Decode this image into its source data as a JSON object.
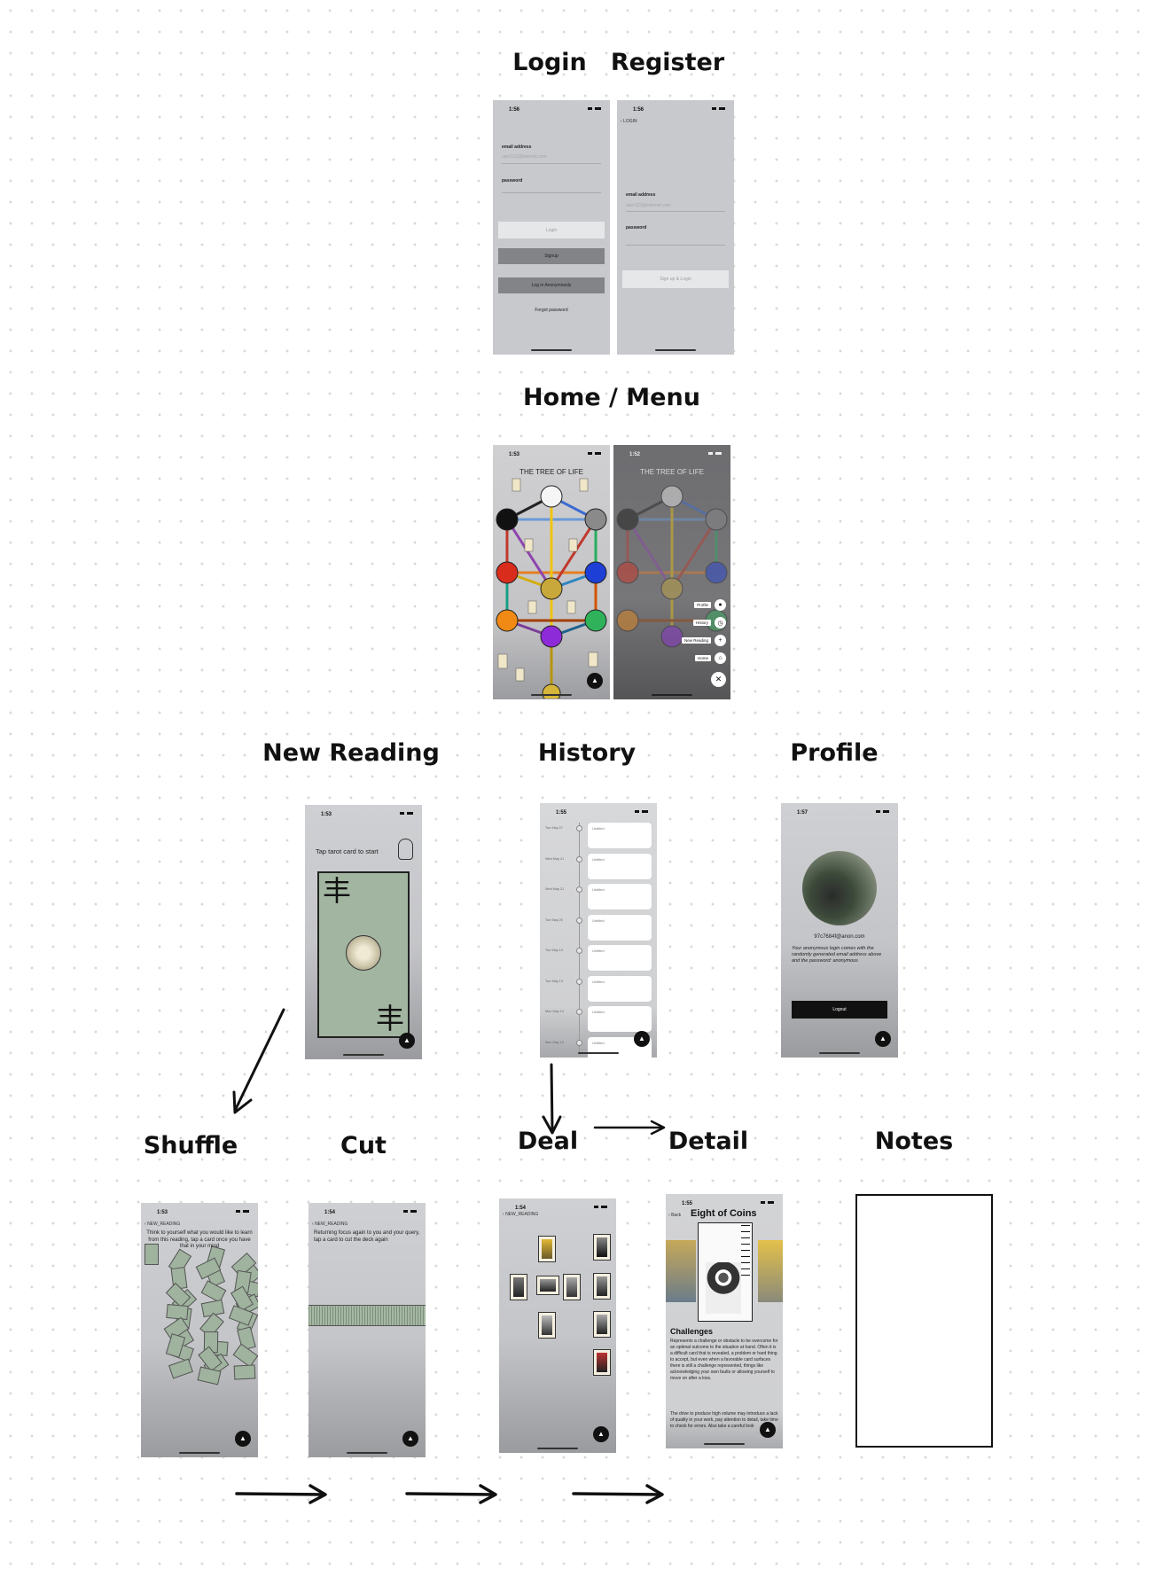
{
  "screens": {
    "login": {
      "label": "Login",
      "time": "1:56",
      "email_label": "email address",
      "email_placeholder": "user123@internet.com",
      "password_label": "password",
      "login_button": "Login",
      "signup_button": "Signup",
      "anon_button": "Log in Anonymously",
      "forgot_link": "Forgot password"
    },
    "register": {
      "label": "Register",
      "time": "1:56",
      "back_label": "LOGIN",
      "email_label": "email address",
      "email_placeholder": "user123@internet.com",
      "password_label": "password",
      "submit_button": "Sign up & Login"
    },
    "home": {
      "label": "Home / Menu",
      "time_a": "1:53",
      "time_b": "1:52",
      "title": "THE TREE OF LIFE",
      "menu_items": [
        "Profile",
        "History",
        "New Reading",
        "Home"
      ],
      "menu_icons": [
        "user-icon",
        "clock-icon",
        "plus-icon",
        "home-icon"
      ]
    },
    "new_reading": {
      "label": "New Reading",
      "time": "1:53",
      "prompt": "Tap tarot card to start"
    },
    "history": {
      "label": "History",
      "time": "1:55",
      "entries": [
        {
          "date": "Tue May 27",
          "title": "Untitled"
        },
        {
          "date": "Wed May 21",
          "title": "Untitled"
        },
        {
          "date": "Wed May 21",
          "title": "Untitled"
        },
        {
          "date": "Tue May 20",
          "title": "Untitled"
        },
        {
          "date": "Tue May 13",
          "title": "Untitled"
        },
        {
          "date": "Tue May 13",
          "title": "Untitled"
        },
        {
          "date": "Mon May 13",
          "title": "Untitled"
        },
        {
          "date": "Mon May 12",
          "title": "Untitled"
        }
      ]
    },
    "profile": {
      "label": "Profile",
      "time": "1:57",
      "email": "97c7684f@anon.com",
      "note": "Your anonymous login comes with the randomly generated email address above and the password: anonymous",
      "logout_button": "Logout"
    },
    "shuffle": {
      "label": "Shuffle",
      "time": "1:53",
      "back_label": "NEW_READING",
      "instruction": "Think to yourself what you would like to learn from this reading, tap a card once you have that in your mind"
    },
    "cut": {
      "label": "Cut",
      "time": "1:54",
      "back_label": "NEW_READING",
      "instruction": "Returning focus again to you and your query, tap a card to cut the deck again"
    },
    "deal": {
      "label": "Deal",
      "time": "1:54",
      "back_label": "NEW_READING"
    },
    "detail": {
      "label": "Detail",
      "time": "1:55",
      "back_label": "Back",
      "card_title": "Eight of Coins",
      "section_title": "Challenges",
      "body1": "Represents a challenge or obstacle to be overcome for an optimal outcome to the situation at hand. Often it is a difficult card that is revealed, a problem or hard thing to accept, but even when a favorable card surfaces there is still a challenge represented, things like acknowledging your own faults or allowing yourself to move on after a loss.",
      "body2": "The drive to produce high volume may introduce a lack of quality in your work, pay attention to detail, take time to check for errors. Also take a careful look"
    },
    "notes": {
      "label": "Notes"
    }
  },
  "colors": {
    "phone_bg": "#c8c9cc",
    "button_dark": "#8a8b8e",
    "button_light": "#e6e7e9",
    "fab": "#111111",
    "card_green": "#9fb39f"
  }
}
